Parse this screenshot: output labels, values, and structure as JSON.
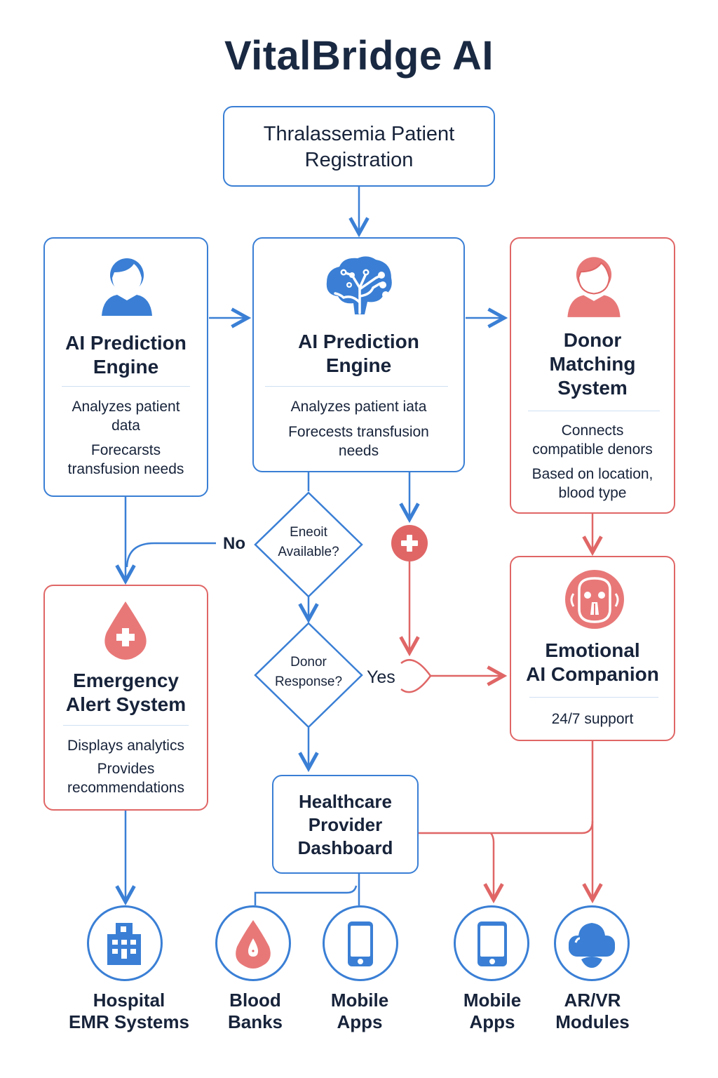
{
  "title": "VitalBridge AI",
  "colors": {
    "blue": "#3a7fd5",
    "red": "#e06666",
    "text": "#17233a"
  },
  "registration": {
    "label": "Thralassemia Patient Registration",
    "line1": "Thralassemia Patient",
    "line2": "Registration"
  },
  "left_engine": {
    "icon": "patient-icon",
    "title_line1": "AI Prediction",
    "title_line2": "Engine",
    "desc": [
      "Analyzes patient",
      "data",
      "Forecarsts",
      "transfusion needs"
    ]
  },
  "center_engine": {
    "icon": "brain-circuit-icon",
    "title_line1": "AI Prediction",
    "title_line2": "Engine",
    "desc": [
      "Analyzes patient iata",
      "Forecests transfusion",
      "needs"
    ]
  },
  "donor_matching": {
    "icon": "donor-icon",
    "title": [
      "Donor",
      "Matching",
      "System"
    ],
    "desc": [
      "Connects",
      "compatible denors",
      "Based on location,",
      "blood type"
    ]
  },
  "decision_1": {
    "line1": "Eneoit",
    "line2": "Available?",
    "no_label": "No"
  },
  "decision_2": {
    "line1": "Donor",
    "line2": "Response?",
    "yes_label": "Yes"
  },
  "plus_node": {
    "icon": "plus-circle-icon"
  },
  "emergency": {
    "icon": "blood-drop-plus-icon",
    "title": [
      "Emergency",
      "Alert System"
    ],
    "desc": [
      "Displays analytics",
      "Provides",
      "recommendations"
    ]
  },
  "emotional": {
    "icon": "robot-face-icon",
    "title": [
      "Emotional",
      "AI Companion"
    ],
    "desc": [
      "24/7 support"
    ]
  },
  "dashboard": {
    "title": [
      "Healthcare",
      "Provider",
      "Dashboard"
    ]
  },
  "endpoints": [
    {
      "icon": "hospital-icon",
      "line1": "Hospital",
      "line2": "EMR Systems"
    },
    {
      "icon": "blood-drop-icon",
      "line1": "Blood",
      "line2": "Banks"
    },
    {
      "icon": "mobile-phone-icon",
      "line1": "Mobile",
      "line2": "Apps"
    },
    {
      "icon": "mobile-phone-icon",
      "line1": "Mobile",
      "line2": "Apps"
    },
    {
      "icon": "vr-headset-icon",
      "line1": "AR/VR",
      "line2": "Modules"
    }
  ]
}
